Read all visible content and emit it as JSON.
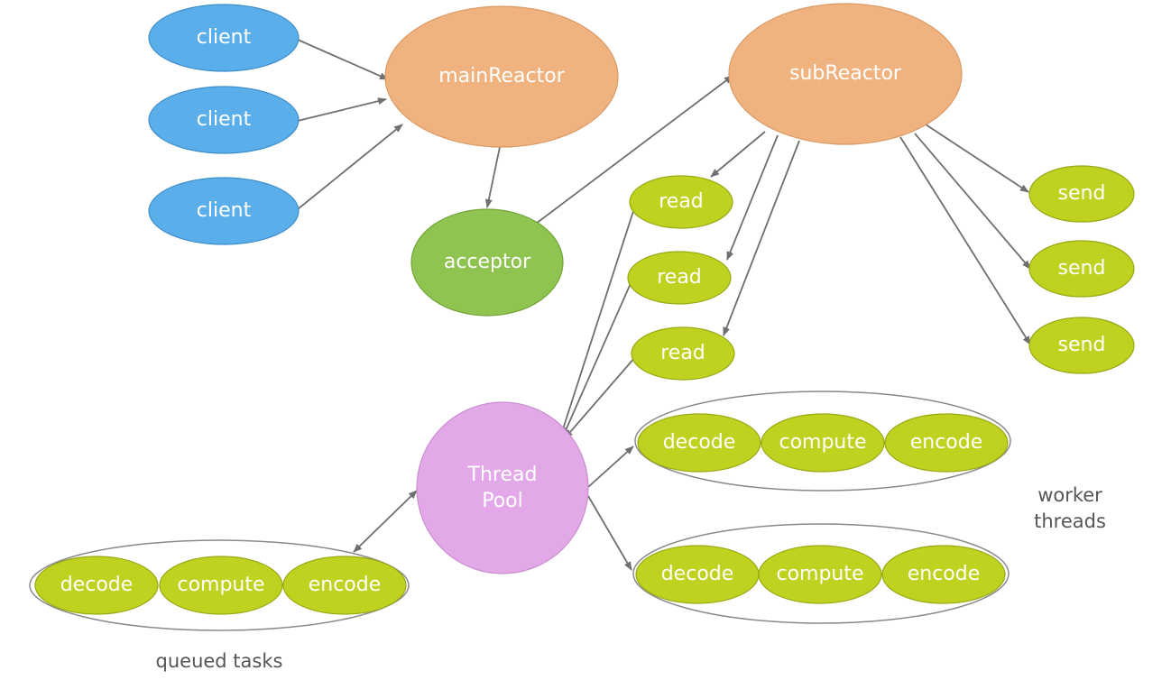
{
  "colors": {
    "client": "#5aaeea",
    "reactor": "#f0b27f",
    "acceptor": "#90c451",
    "task": "#bfd21f",
    "thread_pool": "#e3a8e8",
    "arrow": "#6f6f6f",
    "group_outline": "#8a8a8a"
  },
  "clients": [
    "client",
    "client",
    "client"
  ],
  "main_reactor": "mainReactor",
  "sub_reactor": "subReactor",
  "acceptor": "acceptor",
  "reads": [
    "read",
    "read",
    "read"
  ],
  "sends": [
    "send",
    "send",
    "send"
  ],
  "thread_pool": {
    "line1": "Thread",
    "line2": "Pool"
  },
  "worker_tasks": [
    [
      "decode",
      "compute",
      "encode"
    ],
    [
      "decode",
      "compute",
      "encode"
    ]
  ],
  "queued_tasks": [
    "decode",
    "compute",
    "encode"
  ],
  "captions": {
    "worker_line1": "worker",
    "worker_line2": "threads",
    "queued": "queued tasks"
  }
}
